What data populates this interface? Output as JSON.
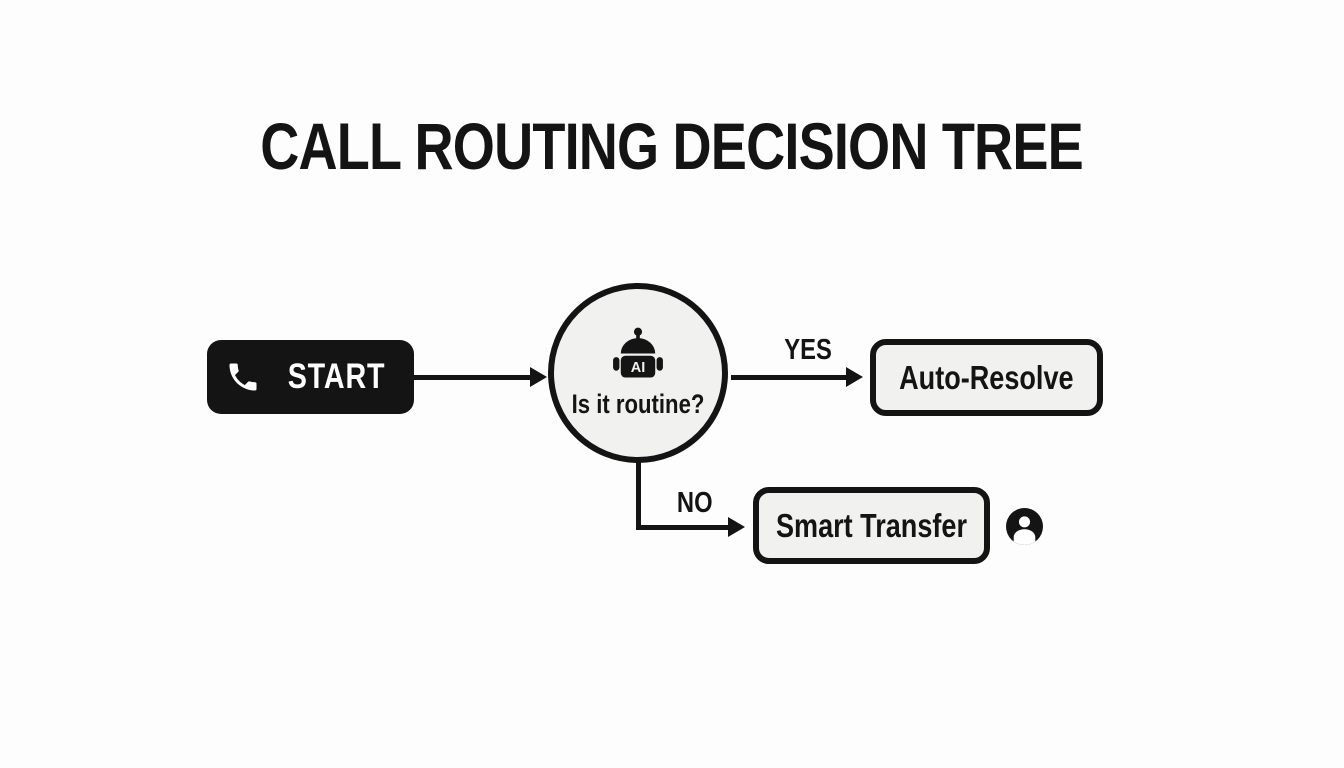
{
  "title": "CALL ROUTING DECISION TREE",
  "flowchart": {
    "start": {
      "label": "START",
      "icon": "phone-icon"
    },
    "decision": {
      "question": "Is it routine?",
      "icon": "ai-robot-icon",
      "icon_text": "AI"
    },
    "branch_yes": {
      "label": "YES"
    },
    "branch_no": {
      "label": "NO"
    },
    "auto_resolve": {
      "label": "Auto-Resolve"
    },
    "smart_transfer": {
      "label": "Smart Transfer",
      "icon": "person-icon"
    }
  },
  "colors": {
    "ink": "#141414",
    "node_fill": "#f1f1ef",
    "background": "#fdfdfd"
  }
}
